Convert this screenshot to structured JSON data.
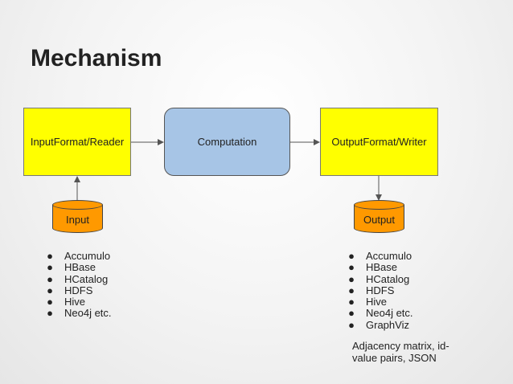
{
  "title": "Mechanism",
  "nodes": {
    "reader": "InputFormat/Reader",
    "computation": "Computation",
    "writer": "OutputFormat/Writer",
    "input": "Input",
    "output": "Output"
  },
  "input_sources": [
    "Accumulo",
    "HBase",
    "HCatalog",
    "HDFS",
    "Hive",
    "Neo4j etc."
  ],
  "output_targets": [
    "Accumulo",
    "HBase",
    "HCatalog",
    "HDFS",
    "Hive",
    "Neo4j etc.",
    "GraphViz"
  ],
  "output_note": "Adjacency matrix, id-value pairs, JSON",
  "bullet": "●",
  "colors": {
    "format_box": "#ffff00",
    "computation_box": "#a7c5e6",
    "storage": "#ff9900"
  }
}
